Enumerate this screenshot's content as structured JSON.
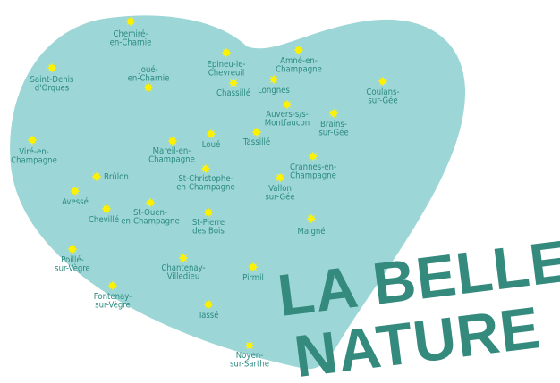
{
  "title": {
    "line1": "LA BELLE",
    "line2": "NATURE"
  },
  "colors": {
    "heart": "#9dd6d6",
    "text": "#2b8b80",
    "star": "#fff200",
    "title": "#348a7c"
  },
  "marker_icon": "star-icon",
  "towns": [
    {
      "name": [
        "Chemiré-",
        "en-Charnie"
      ]
    },
    {
      "name": [
        "Saint-Denis",
        "d'Orques"
      ]
    },
    {
      "name": [
        "Joué-",
        "en-Charnie"
      ]
    },
    {
      "name": [
        "Epineu-le-",
        "Chevreuil"
      ]
    },
    {
      "name": [
        "Chassillé"
      ]
    },
    {
      "name": [
        "Amné-en-",
        "Champagne"
      ]
    },
    {
      "name": [
        "Longnes"
      ]
    },
    {
      "name": [
        "Coulans-",
        "sur-Gée"
      ]
    },
    {
      "name": [
        "Auvers-s/s-",
        "Montfaucon"
      ]
    },
    {
      "name": [
        "Brains-",
        "sur-Gée"
      ]
    },
    {
      "name": [
        "Loué"
      ]
    },
    {
      "name": [
        "Tassillé"
      ]
    },
    {
      "name": [
        "Mareil-en-",
        "Champagne"
      ]
    },
    {
      "name": [
        "Viré-en-",
        "Champagne"
      ]
    },
    {
      "name": [
        "Brûlon"
      ]
    },
    {
      "name": [
        "St-Christophe-",
        "en-Champagne"
      ]
    },
    {
      "name": [
        "Crannes-en-",
        "Champagne"
      ]
    },
    {
      "name": [
        "Vallon",
        "sur-Gée"
      ]
    },
    {
      "name": [
        "Avessé"
      ]
    },
    {
      "name": [
        "Chevillé"
      ]
    },
    {
      "name": [
        "St-Ouen-",
        "en-Champagne"
      ]
    },
    {
      "name": [
        "St-Pierre",
        "des Bois"
      ]
    },
    {
      "name": [
        "Maigné"
      ]
    },
    {
      "name": [
        "Poillé-",
        "sur-Vègre"
      ]
    },
    {
      "name": [
        "Chantenay-",
        "Villedieu"
      ]
    },
    {
      "name": [
        "Pirmil"
      ]
    },
    {
      "name": [
        "Fontenay-",
        "sur-Vègre"
      ]
    },
    {
      "name": [
        "Tassé"
      ]
    },
    {
      "name": [
        "Noyen-",
        "sur-Sarthe"
      ]
    }
  ]
}
